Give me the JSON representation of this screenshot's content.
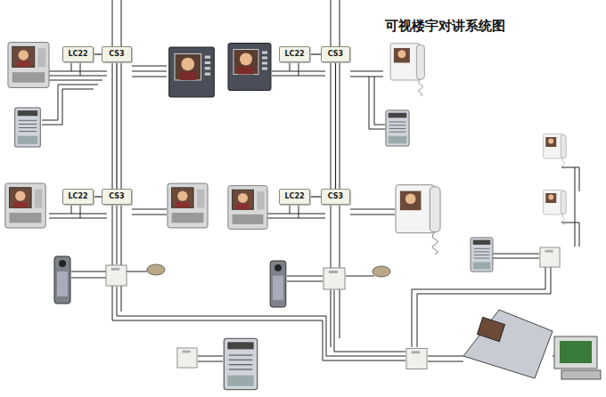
{
  "diagram": {
    "title": "可视楼宇对讲系统图",
    "nodes": [
      {
        "text": [
          "LC22"
        ]
      },
      {
        "text": [
          "CS3"
        ]
      },
      {
        "text": [
          "LC22"
        ]
      },
      {
        "text": [
          "CS3"
        ]
      },
      {
        "text": [
          "LC22"
        ]
      },
      {
        "text": [
          "CS3"
        ]
      },
      {
        "text": [
          "LC22"
        ]
      },
      {
        "text": [
          "CS3"
        ]
      }
    ],
    "edges": [
      {
        "from": 0,
        "to": 1,
        "arrow": "none"
      },
      {
        "from": 2,
        "to": 3,
        "arrow": "none"
      },
      {
        "from": 4,
        "to": 5,
        "arrow": "none"
      },
      {
        "from": 6,
        "to": 7,
        "arrow": "none"
      },
      {
        "from": 1,
        "to": 5,
        "arrow": "none"
      },
      {
        "from": 3,
        "to": 7,
        "arrow": "none"
      }
    ]
  }
}
